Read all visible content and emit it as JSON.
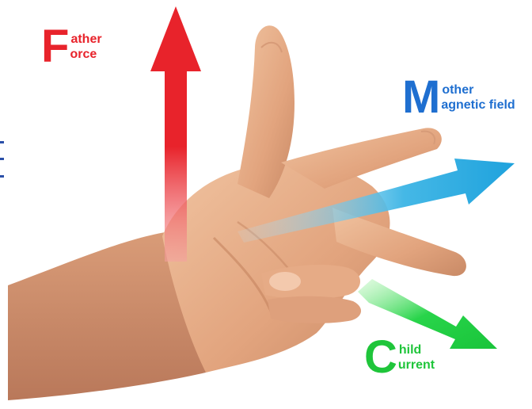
{
  "colors": {
    "force": "#e8232b",
    "magnetic_field": "#1f6fd0",
    "current": "#1fc53a",
    "skin": "#e8b08a"
  },
  "father": {
    "letter": "F",
    "line1": "ather",
    "line2": "orce"
  },
  "mother": {
    "letter": "M",
    "line1": "other",
    "line2": "agnetic field"
  },
  "child": {
    "letter": "C",
    "line1": "hild",
    "line2": "urrent"
  }
}
